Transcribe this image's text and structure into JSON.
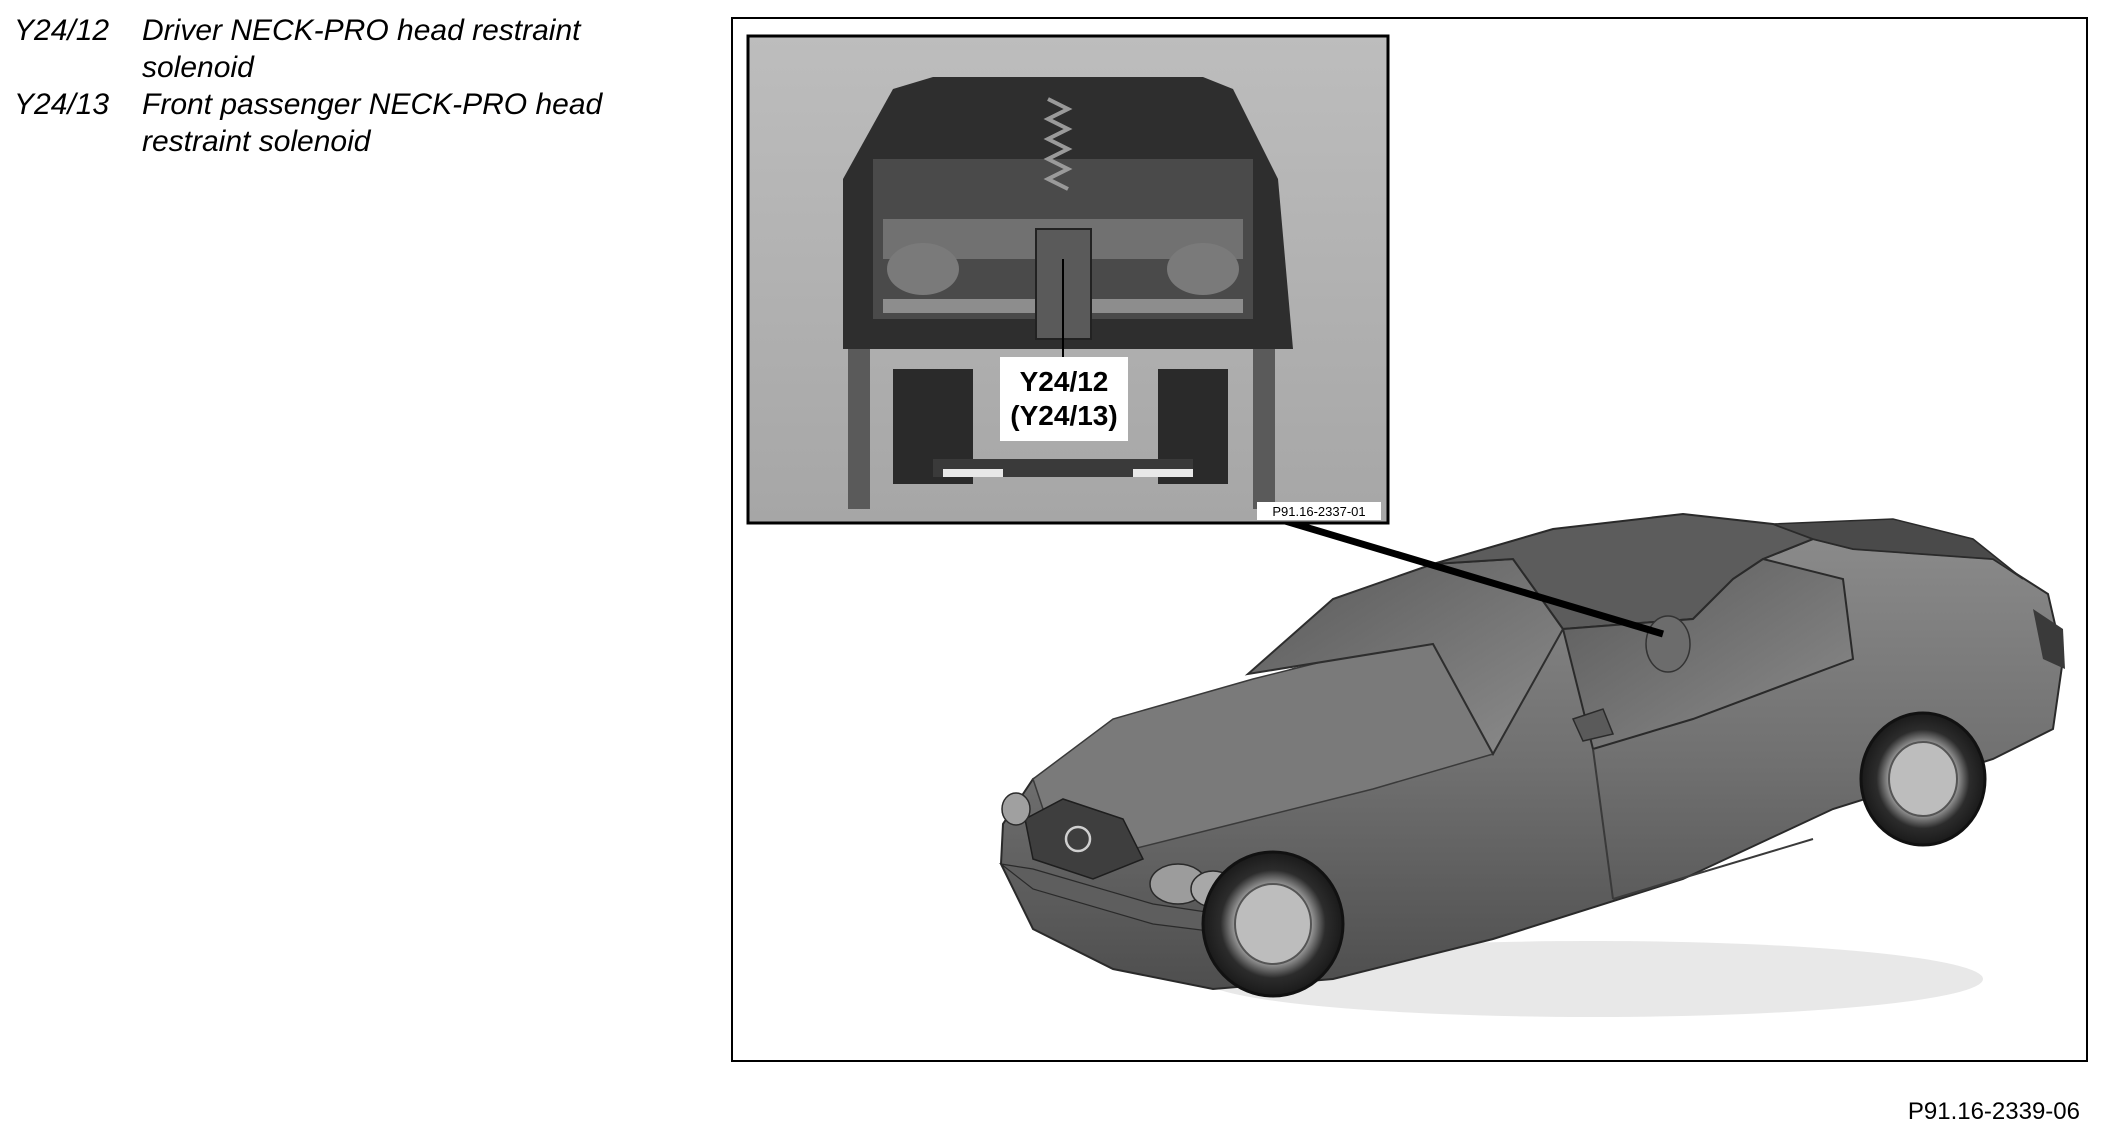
{
  "legend": [
    {
      "code": "Y24/12",
      "description": "Driver NECK-PRO head restraint solenoid"
    },
    {
      "code": "Y24/13",
      "description": "Front passenger NECK-PRO head restraint solenoid"
    }
  ],
  "inset": {
    "callout_line1": "Y24/12",
    "callout_line2": "(Y24/13)",
    "ref_code": "P91.16-2337-01"
  },
  "figure_ref_code": "P91.16-2339-06",
  "colors": {
    "car_body": "#6f6f6f",
    "car_dark": "#3a3a3a",
    "frame": "#000000"
  }
}
